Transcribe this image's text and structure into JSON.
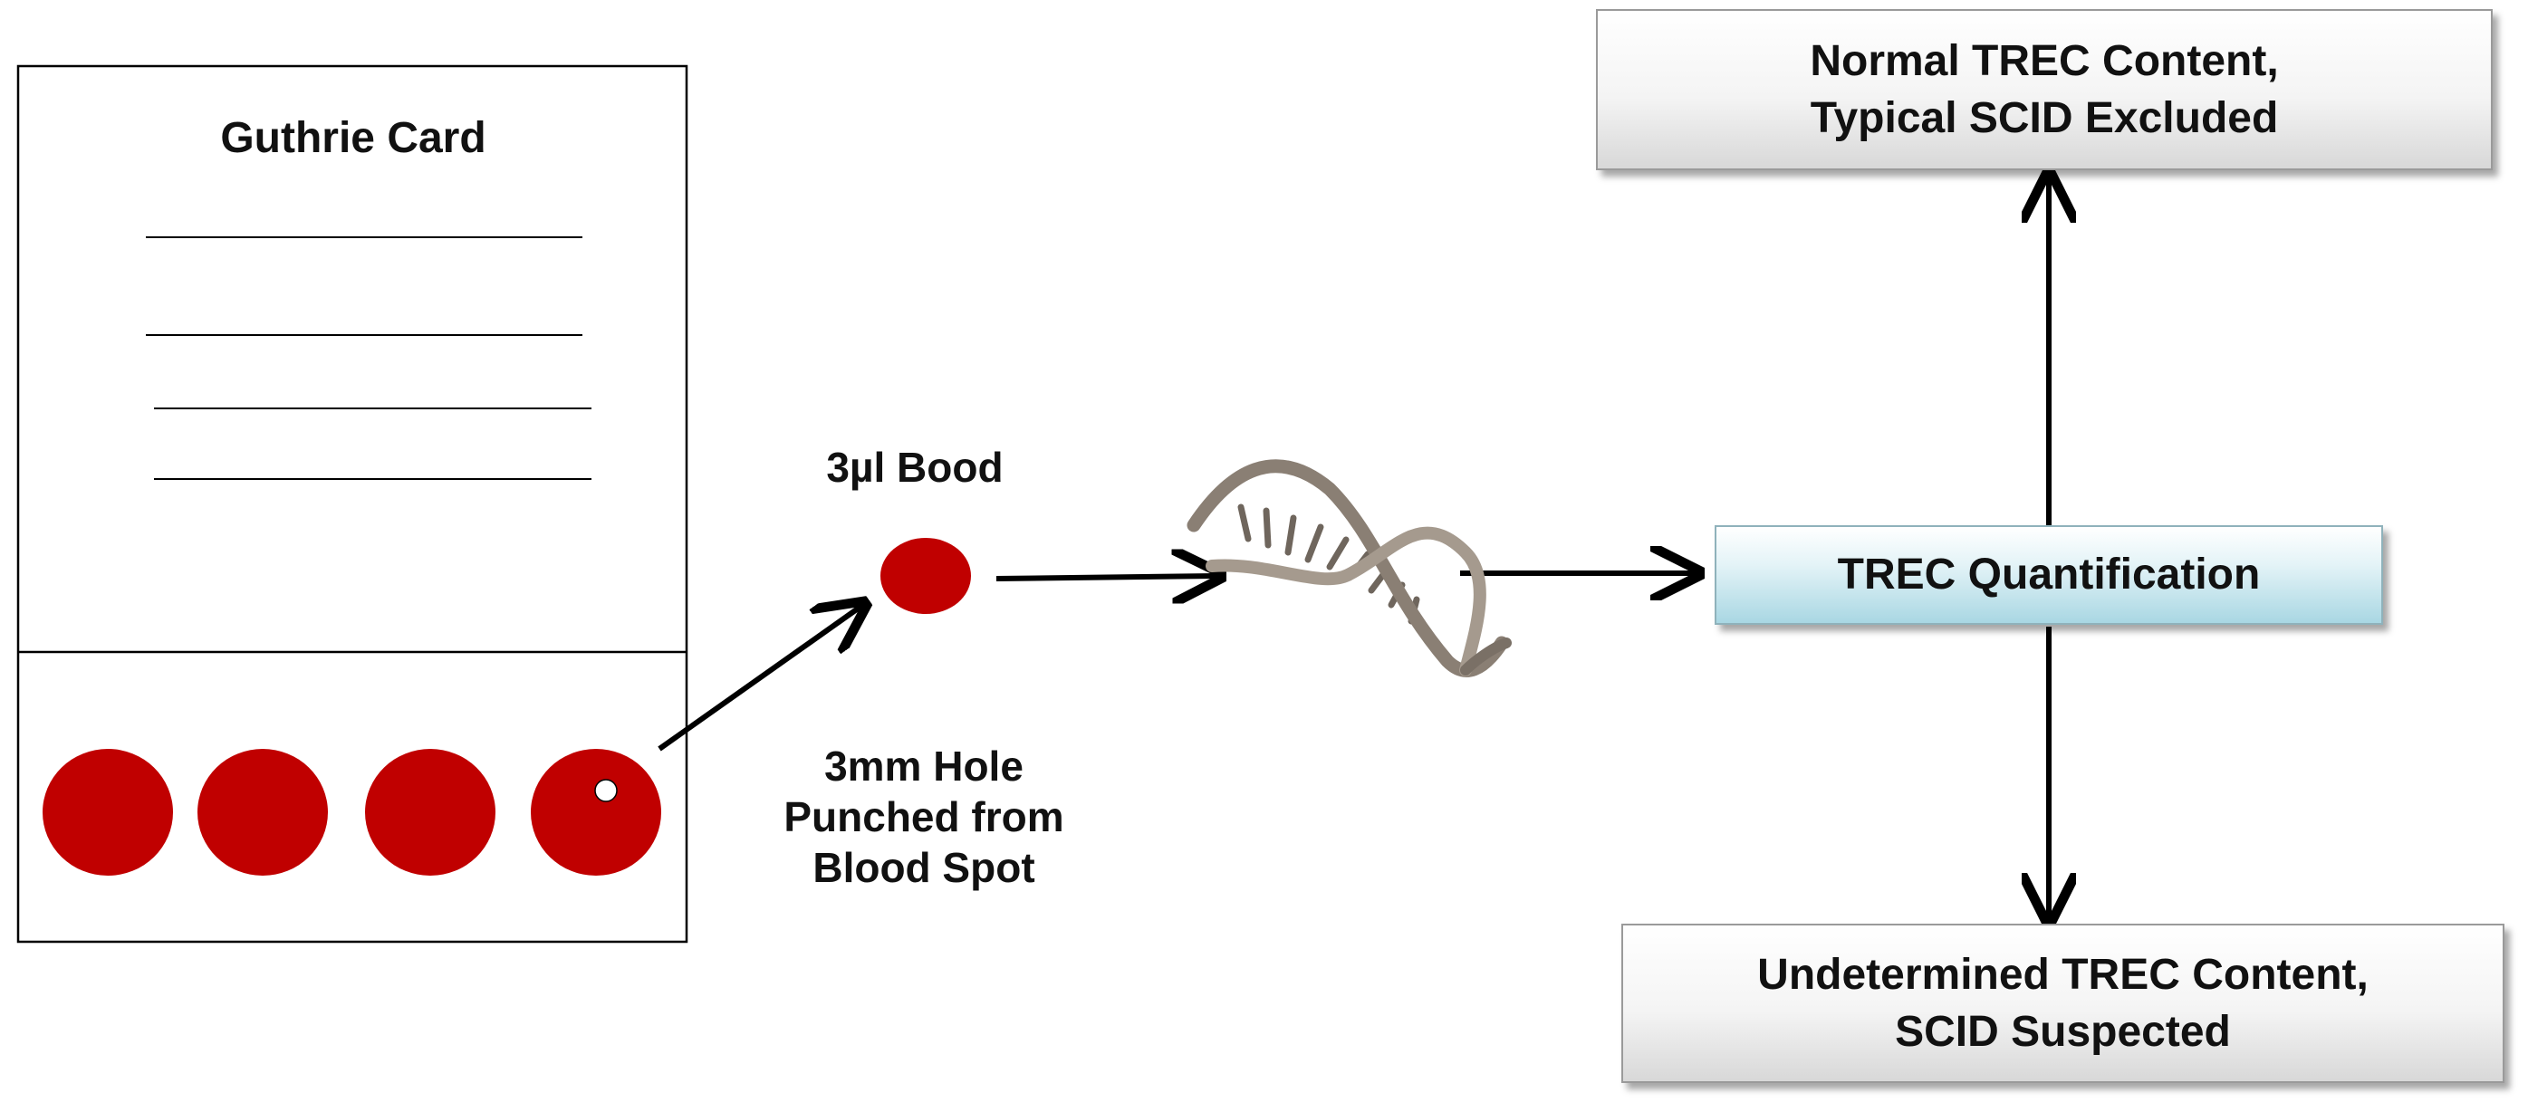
{
  "card": {
    "title": "Guthrie Card"
  },
  "sample": {
    "blood_label": "3µl Bood",
    "punch_label_lines": [
      "3mm Hole",
      "Punched from",
      "Blood Spot"
    ]
  },
  "process": {
    "quantification_label": "TREC Quantification"
  },
  "outcomes": {
    "normal_lines": [
      "Normal TREC Content,",
      "Typical SCID Excluded"
    ],
    "undetermined_lines": [
      "Undetermined TREC Content,",
      "SCID Suspected"
    ]
  },
  "colors": {
    "blood": "#c00000",
    "quant_box": "#b9e0ea",
    "outcome_box": "#ececec",
    "dna": "#8a7f74"
  }
}
